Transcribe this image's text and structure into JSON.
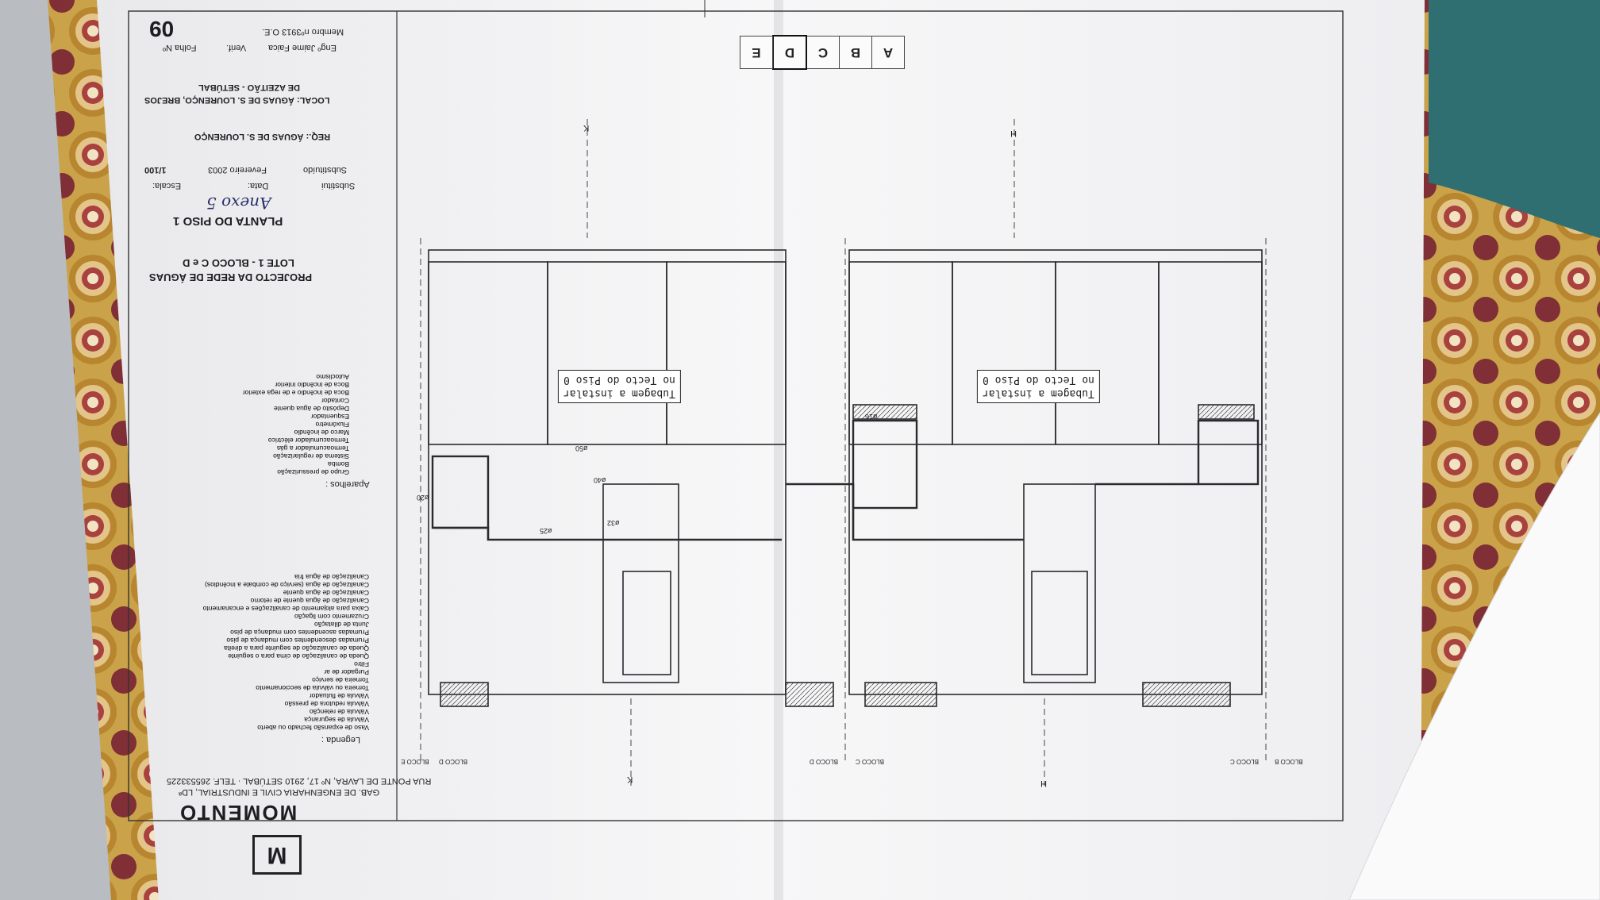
{
  "sheet": {
    "firm": {
      "name": "MOMENTO",
      "line1": "GAB. DE ENGENHARIA CIVIL E INDUSTRIAL, LDª",
      "line2": "RUA PONTE DE LAVRA, Nº 17, 2910 SETÚBAL · TELF. 265533225"
    },
    "legend_title": "Legenda :",
    "legend_items": [
      "Canalização de água fria",
      "Canalização de água (serviço de combate a incêndios)",
      "Canalização de água quente",
      "Canalização de água quente de retorno",
      "Caixa para alojamento de canalizações e encanamento",
      "Cruzamento com ligação",
      "Junta de dilatação",
      "Prumadas ascendentes com mudança de piso",
      "Prumadas descendentes com mudança de piso",
      "Queda de canalização de seguinte para a direita",
      "Queda de canalização de cima para o seguinte",
      "Filtro",
      "Purgador de ar",
      "Torneira de serviço",
      "Torneira ou válvula de seccionamento",
      "Válvula de flutuador",
      "Válvula redutora de pressão",
      "Válvula de retenção",
      "Válvula de segurança",
      "Vaso de expansão fechado ou aberto"
    ],
    "appliances_title": "Aparelhos :",
    "appliance_items": [
      "Autoclismo",
      "Boca de incêndio interior",
      "Boca de incêndio e de rega exterior",
      "Contador",
      "Depósito de água quente",
      "Esquentador",
      "Fluxómetro",
      "Marco de incêndio",
      "Termoacumulador eléctrico",
      "Termoacumulador a gás",
      "Sistema de regularização",
      "Bomba",
      "Grupo de pressurização"
    ],
    "project_title": "PROJECTO DA REDE DE ÁGUAS",
    "project_sub": "LOTE 1 - BLOCO C e D",
    "drawing_title": "PLANTA DO PISO 1",
    "annex_handwritten": "Anexo 5",
    "meta": {
      "substitui_label": "Substitui",
      "substituido_label": "Substituído",
      "data_label": "Data:",
      "data_value": "Fevereiro 2003",
      "escala_label": "Escala:",
      "escala_value": "1/100"
    },
    "req": "REQ.:  ÁGUAS DE S. LOURENÇO",
    "local_line1": "LOCAL: ÁGUAS DE S. LOURENÇO, BREJOS",
    "local_line2": "DE AZEITÃO - SETÚBAL",
    "engineer": "Engº Jaime Faica",
    "verif_label": "Verif.",
    "folha_label": "Folha Nº",
    "member": "Membro nº3913 O.E.",
    "sheet_number": "09"
  },
  "notes": [
    {
      "line1": "Tubagem a instalar",
      "line2": "no Tecto do Piso 0"
    },
    {
      "line1": "Tubagem a instalar",
      "line2": "no Tecto do Piso 0"
    }
  ],
  "section_tabs": {
    "letters": [
      "A",
      "B",
      "C",
      "D",
      "E"
    ],
    "selected": "D"
  },
  "block_labels": [
    "BLOCO E",
    "BLOCO D",
    "BLOCO D",
    "BLOCO C",
    "BLOCO C",
    "BLOCO B"
  ],
  "axis_marks": [
    "K",
    "K",
    "H",
    "H"
  ],
  "pipe_labels": [
    "ø20",
    "ø25",
    "ø32",
    "ø40",
    "ø50",
    "ø16"
  ],
  "colors": {
    "paper": "#f6f6f7",
    "ink": "#2a2a2e",
    "fabric": "#c9a24a",
    "teal_chair": "#2f6f72"
  }
}
